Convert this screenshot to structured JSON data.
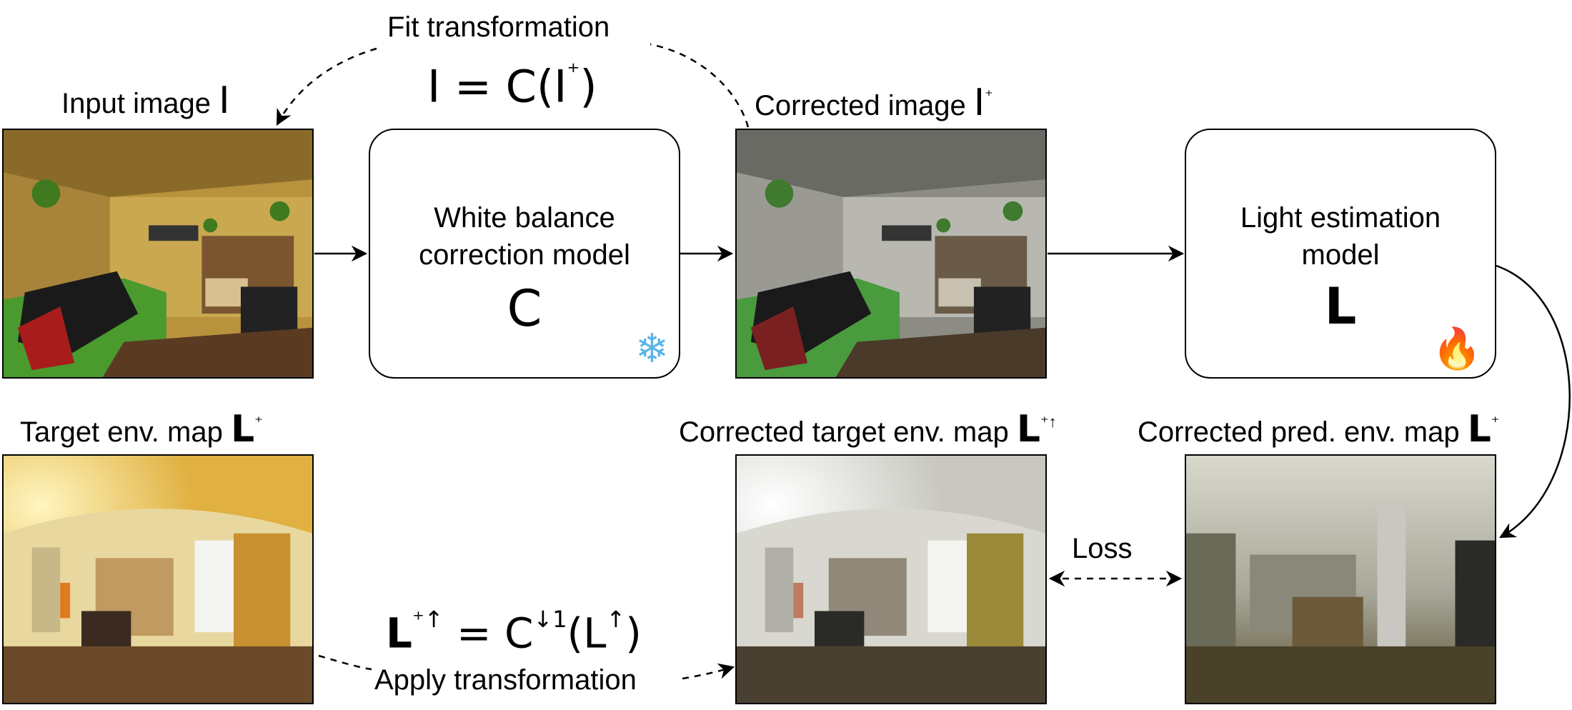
{
  "fit_transformation": {
    "label": "Fit transformation",
    "equation": "I = C(I",
    "equation_sup": "⁺",
    "equation_end": ")"
  },
  "apply_transformation": {
    "label": "Apply transformation",
    "equation_lhs": "L",
    "equation_lhs_sup": "⁺↑",
    "equation_mid": " = C",
    "equation_mid_sup": "↓1",
    "equation_rhs": "(L",
    "equation_rhs_sup": "↑",
    "equation_end": ")"
  },
  "input_image": {
    "label": "Input image ",
    "symbol": "I"
  },
  "corrected_image": {
    "label": "Corrected image ",
    "symbol": "I",
    "symbol_sup": "⁺"
  },
  "white_balance_model": {
    "title_line1": "White balance",
    "title_line2": "correction model",
    "symbol": "C",
    "icon": "snowflake-icon",
    "glyph": "❄"
  },
  "light_estimation_model": {
    "title_line1": "Light estimation",
    "title_line2": "model",
    "symbol": "L",
    "icon": "fire-icon",
    "glyph": "🔥"
  },
  "target_env_map": {
    "label": "Target env. map  ",
    "symbol": "L",
    "symbol_sup": "⁺"
  },
  "corrected_target_env_map": {
    "label": "Corrected target env. map ",
    "symbol": "L",
    "symbol_sup": "⁺↑"
  },
  "corrected_pred_env_map": {
    "label": "Corrected pred. env. map ",
    "symbol": "L",
    "symbol_sup": "⁺"
  },
  "loss": {
    "label": "Loss"
  },
  "colors": {
    "warm_tint": "#b8923c",
    "neutral_tint": "#8c8c84",
    "floor": "#5a3b22",
    "bed_green": "#4a9a2e",
    "fire": "#f05a1a",
    "snow": "#5ab4e6"
  }
}
